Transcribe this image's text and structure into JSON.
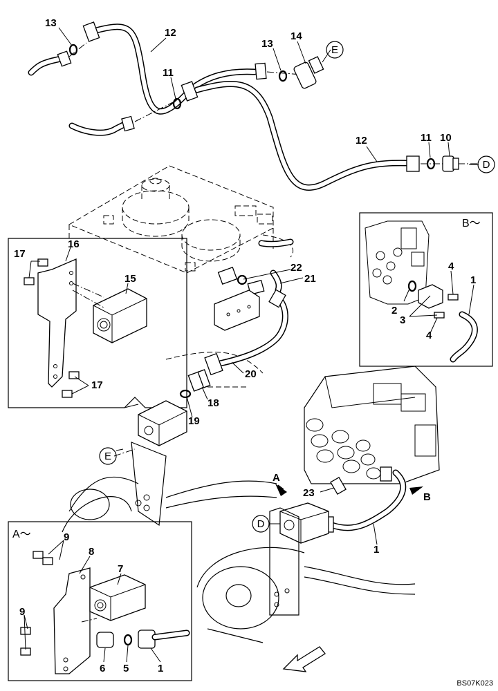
{
  "diagram_code": "BS07K023",
  "view_a_label": "A～",
  "view_b_label": "B～",
  "callouts": {
    "n1a": "1",
    "n1b": "1",
    "n1c": "1",
    "n2": "2",
    "n3": "3",
    "n4a": "4",
    "n4b": "4",
    "n5": "5",
    "n6": "6",
    "n7": "7",
    "n8": "8",
    "n9a": "9",
    "n9b": "9",
    "n10": "10",
    "n11a": "11",
    "n11b": "11",
    "n12a": "12",
    "n12b": "12",
    "n13a": "13",
    "n13b": "13",
    "n14": "14",
    "n15": "15",
    "n16": "16",
    "n17a": "17",
    "n17b": "17",
    "n18": "18",
    "n19": "19",
    "n20": "20",
    "n21": "21",
    "n22": "22",
    "n23": "23"
  },
  "connectors": {
    "e_top": "E",
    "e_mid": "E",
    "d_top": "D",
    "d_mid": "D"
  },
  "view_arrows": {
    "a": "A",
    "b": "B"
  }
}
